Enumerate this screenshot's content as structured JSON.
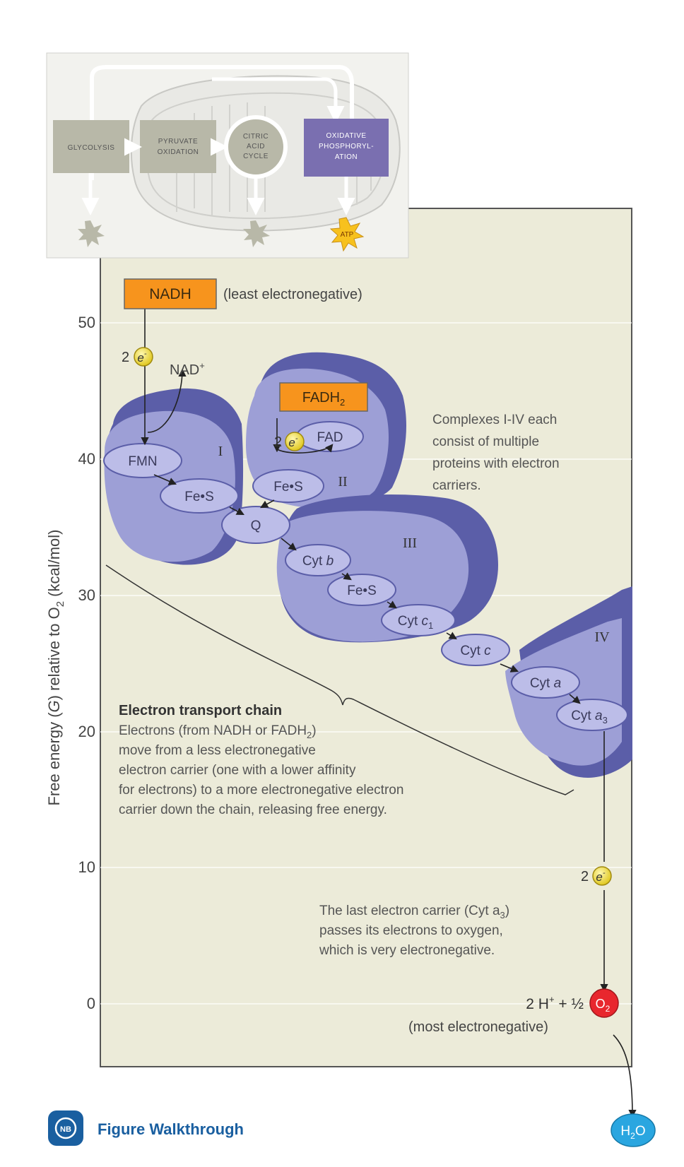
{
  "overview": {
    "glycolysis": "GLYCOLYSIS",
    "pyruvate_1": "PYRUVATE",
    "pyruvate_2": "OXIDATION",
    "citric_1": "CITRIC",
    "citric_2": "ACID",
    "citric_3": "CYCLE",
    "oxphos_1": "OXIDATIVE",
    "oxphos_2": "PHOSPHORYL-",
    "oxphos_3": "ATION",
    "atp": "ATP"
  },
  "axis": {
    "ylabel_pre": "Free energy (",
    "ylabel_g": "G",
    "ylabel_mid": ") relative to O",
    "ylabel_sub": "2",
    "ylabel_post": " (kcal/mol)",
    "ticks": [
      "50",
      "40",
      "30",
      "20",
      "10",
      "0"
    ]
  },
  "labels": {
    "nadh": "NADH",
    "nadh_note": "(least electronegative)",
    "two": "2",
    "e": "e",
    "minus": "-",
    "nad": "NAD",
    "nad_plus": "+",
    "fadh": "FADH",
    "fadh_sub": "2",
    "fad": "FAD",
    "fmn": "FMN",
    "fes": "Fe•S",
    "q": "Q",
    "cyt": "Cyt",
    "b": "b",
    "c": "c",
    "one": "1",
    "a": "a",
    "three": "3",
    "complex_1": "I",
    "complex_2": "II",
    "complex_3": "III",
    "complex_4": "IV",
    "two_h": "2 H",
    "h_plus": "+",
    "half": " + ½",
    "o": "O",
    "o_sub": "2",
    "most_note": "(most electronegative)",
    "h": "H",
    "h_sub": "2",
    "water_o": "O"
  },
  "notes": {
    "complexes": [
      "Complexes I-IV each",
      "consist of multiple",
      "proteins with electron",
      "carriers."
    ],
    "etc_title": "Electron transport chain",
    "etc_line1_pre": "Electrons (from NADH or FADH",
    "etc_line1_sub": "2",
    "etc_line1_post": ")",
    "etc_lines": [
      "move from a less electronegative",
      "electron carrier (one with a lower affinity",
      "for electrons) to a more electronegative electron",
      "carrier down the chain, releasing free energy."
    ],
    "last_line1_pre": "The last electron carrier (Cyt a",
    "last_line1_sub": "3",
    "last_line1_post": ")",
    "last_lines": [
      "passes its electrons to oxygen,",
      "which is very electronegative."
    ]
  },
  "footer": {
    "logo": "NB",
    "walkthrough": "Figure Walkthrough"
  },
  "colors": {
    "panel": "#ecebd9",
    "complex": "#9d9fd6",
    "complex_dark": "#5b5ea8",
    "carrier": "#bcbde8",
    "orange": "#f7941d",
    "electron": "#f4e24a",
    "oxygen": "#e8272e",
    "water": "#2aa6e0",
    "oxphos": "#7a6fb0",
    "footer_blue": "#1a5fa0"
  }
}
